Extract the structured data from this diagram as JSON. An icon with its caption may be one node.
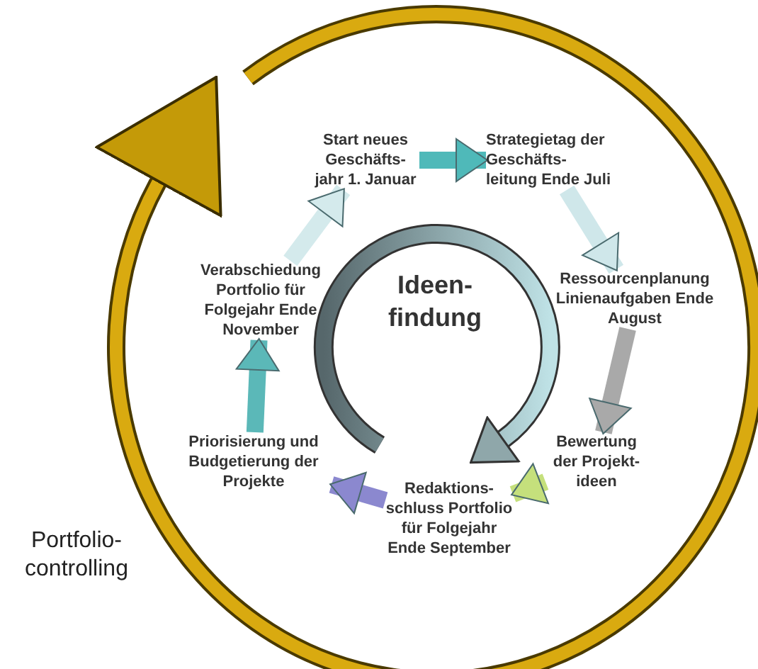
{
  "diagram": {
    "nodes": [
      {
        "text": [
          "Start neues Geschäfts- jahr 1. Januar"
        ]
      },
      {
        "text": [
          "Strategietag der Geschäfts- leitung Ende Juli"
        ]
      },
      {
        "text": [
          "Ressourcenplanung Linienaufgaben Ende August"
        ]
      },
      {
        "text": [
          "Bewertung der Projekt- ideen"
        ]
      },
      {
        "text": [
          "Redaktions- schluss Portfolio für Folgejahr Ende September"
        ]
      },
      {
        "text": [
          "Priorisierung und Budgetierung der Projekte"
        ]
      },
      {
        "text": [
          "Verabschiedung Portfolio für Folgejahr Ende November"
        ]
      },
      {
        "text": [
          "Ideen- findung"
        ]
      },
      {
        "text": [
          "Portfolio- controlling"
        ]
      }
    ],
    "edges": [
      {
        "from": 0,
        "to": 1,
        "arrow": "to",
        "color": "#4fb9b9"
      },
      {
        "from": 1,
        "to": 2,
        "arrow": "to",
        "color": "#cfe7ea"
      },
      {
        "from": 2,
        "to": 3,
        "arrow": "to",
        "color": "#a9a9a9"
      },
      {
        "from": 3,
        "to": 4,
        "arrow": "to",
        "color": "#c5e07c"
      },
      {
        "from": 4,
        "to": 5,
        "arrow": "to",
        "color": "#8b88cf"
      },
      {
        "from": 5,
        "to": 6,
        "arrow": "to",
        "color": "#5bb8b8"
      },
      {
        "from": 6,
        "to": 0,
        "arrow": "to",
        "color": "#d4eaec"
      }
    ]
  }
}
